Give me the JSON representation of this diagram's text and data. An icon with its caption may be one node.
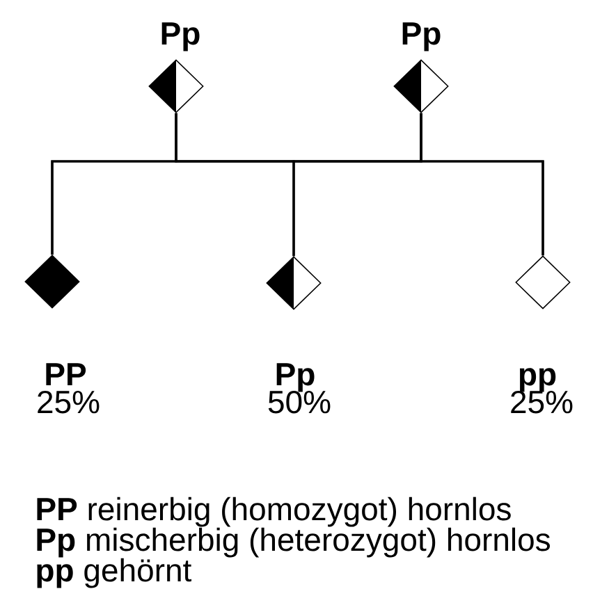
{
  "diagram": {
    "nodes": [
      {
        "text": [
          "Pp"
        ]
      },
      {
        "text": [
          "Pp"
        ]
      },
      {
        "text": [
          "PP"
        ],
        "beside": [
          "25%"
        ]
      },
      {
        "text": [
          "Pp"
        ],
        "beside": [
          "50%"
        ]
      },
      {
        "text": [
          "pp"
        ],
        "beside": [
          "25%"
        ]
      }
    ],
    "edges": [
      {
        "from": 0,
        "to": 2,
        "arrow": "none"
      },
      {
        "from": 0,
        "to": 3,
        "arrow": "none"
      },
      {
        "from": 0,
        "to": 4,
        "arrow": "none"
      },
      {
        "from": 1,
        "to": 2,
        "arrow": "none"
      },
      {
        "from": 1,
        "to": 3,
        "arrow": "none"
      },
      {
        "from": 1,
        "to": 4,
        "arrow": "none"
      }
    ],
    "labels": [
      "**PP** reinerbig (homozygot) hornlos",
      "**Pp** mischerbig (heterozygot) hornlos",
      "**pp** gehörnt"
    ]
  }
}
